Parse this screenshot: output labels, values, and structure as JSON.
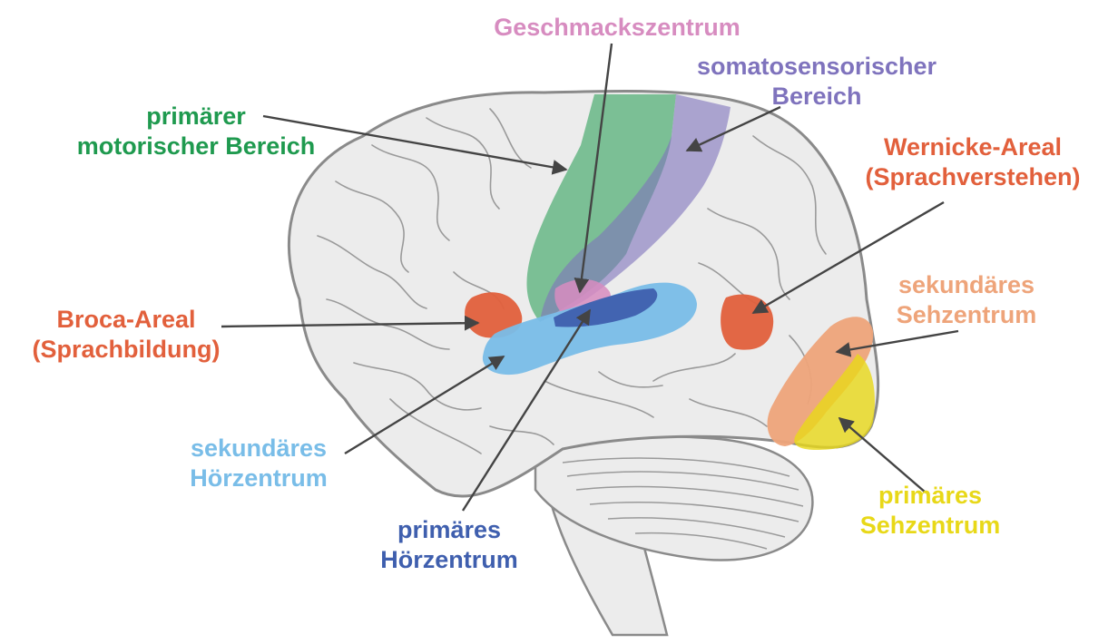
{
  "colors": {
    "motor": "#1f9a4f",
    "somato": "#7f73bd",
    "taste": "#d78cc0",
    "wernicke": "#e2603c",
    "broca": "#e2603c",
    "secondary_visual": "#eea47a",
    "primary_visual": "#e8d818",
    "secondary_auditory": "#79bde8",
    "primary_auditory": "#3f5fae",
    "brain_fill": "#eeeeee",
    "brain_outline": "#8a8a8a",
    "arrow": "#444444"
  },
  "labels": {
    "taste": {
      "line1": "Geschmackszentrum"
    },
    "somato": {
      "line1": "somatosensorischer",
      "line2": "Bereich"
    },
    "motor": {
      "line1": "primärer",
      "line2": "motorischer Bereich"
    },
    "wernicke": {
      "line1": "Wernicke-Areal",
      "line2": "(Sprachverstehen)"
    },
    "secondary_visual": {
      "line1": "sekundäres",
      "line2": "Sehzentrum"
    },
    "broca": {
      "line1": "Broca-Areal",
      "line2": "(Sprachbildung)"
    },
    "secondary_auditory": {
      "line1": "sekundäres",
      "line2": "Hörzentrum"
    },
    "primary_auditory": {
      "line1": "primäres",
      "line2": "Hörzentrum"
    },
    "primary_visual": {
      "line1": "primäres",
      "line2": "Sehzentrum"
    }
  }
}
